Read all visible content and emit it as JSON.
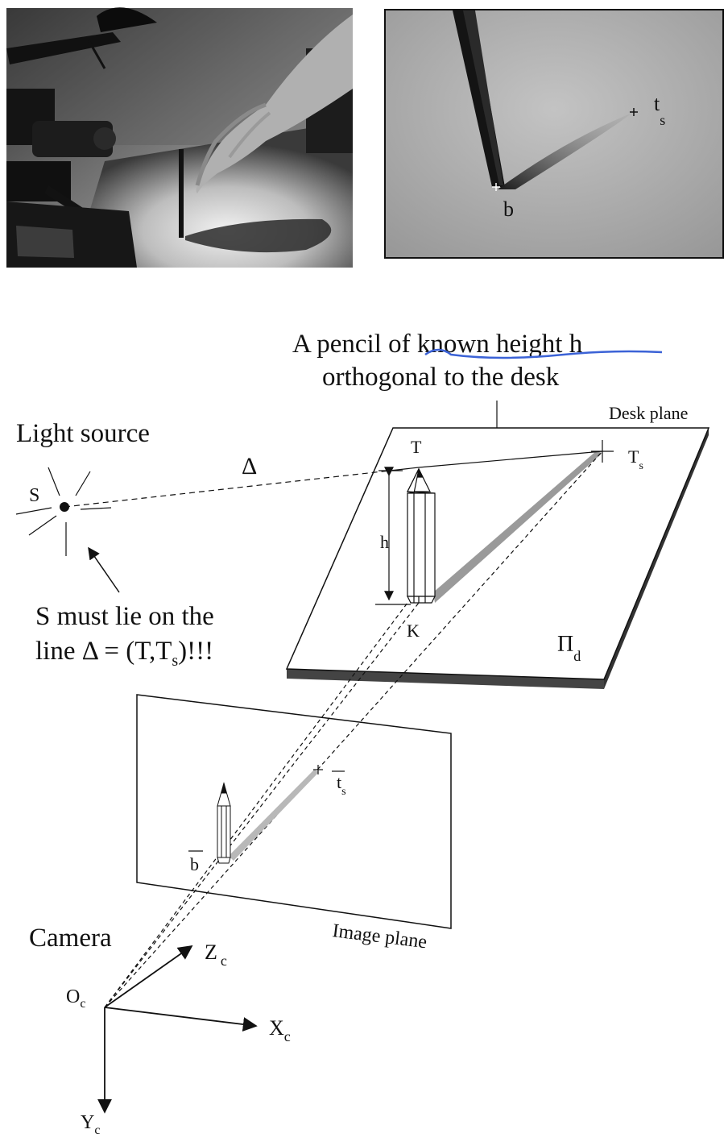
{
  "photo_right": {
    "point_ts": "t",
    "point_ts_sub": "s",
    "point_b": "b"
  },
  "annotation": {
    "pencil_line1": "A pencil of known height h",
    "pencil_line2": "orthogonal to the desk"
  },
  "light": {
    "title": "Light source",
    "point": "S",
    "delta": "Δ",
    "note_line1": "S must lie on the",
    "note_line2_a": "line  Δ = (T,T",
    "note_line2_sub": "s",
    "note_line2_b": ")!!!"
  },
  "desk": {
    "label": "Desk plane",
    "T": "T",
    "Ts": "T",
    "Ts_sub": "s",
    "h": "h",
    "K": "K",
    "pi": "Π",
    "pi_sub": "d"
  },
  "image_plane": {
    "label": "Image plane",
    "ts": "t",
    "ts_sub": "s",
    "b": "b"
  },
  "camera": {
    "title": "Camera",
    "origin": "O",
    "origin_sub": "c",
    "zc": "Z",
    "zc_sub": "c",
    "xc": "X",
    "xc_sub": "c",
    "yc": "Y",
    "yc_sub": "c"
  },
  "colors": {
    "highlight_underline": "#3b62d6",
    "shadow": "#9a9a9a"
  }
}
